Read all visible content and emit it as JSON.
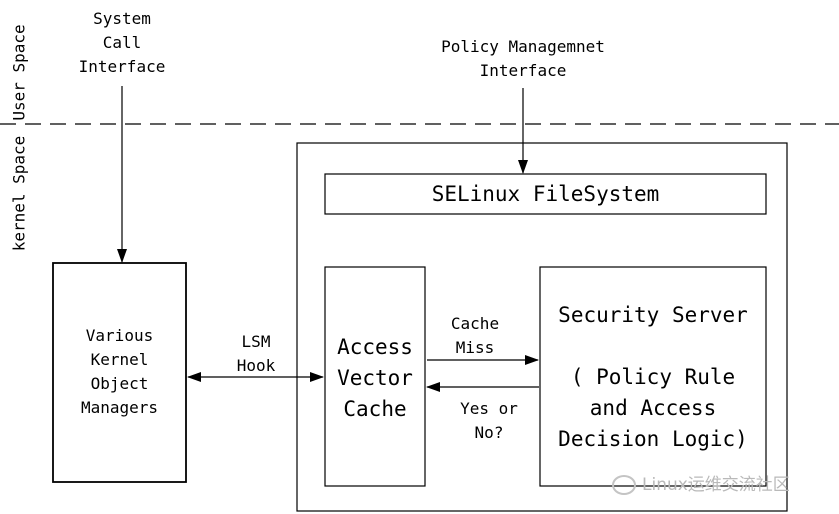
{
  "regions": {
    "user_space": "User Space",
    "kernel_space": "kernel Space"
  },
  "labels": {
    "syscall": [
      "System",
      "Call",
      "Interface"
    ],
    "policy_mgmt": [
      "Policy Managemnet",
      "Interface"
    ],
    "lsm_hook": [
      "LSM",
      "Hook"
    ],
    "cache_miss": [
      "Cache",
      "Miss"
    ],
    "yes_no": [
      "Yes or",
      "No?"
    ]
  },
  "boxes": {
    "managers": [
      "Various",
      "Kernel",
      "Object",
      "Managers"
    ],
    "selinux_fs": "SELinux FileSystem",
    "avc": [
      "Access",
      "Vector",
      "Cache"
    ],
    "security_server": [
      "Security Server",
      "( Policy Rule",
      "and Access",
      "Decision Logic)"
    ]
  },
  "watermark": "Linux运维交流社区"
}
